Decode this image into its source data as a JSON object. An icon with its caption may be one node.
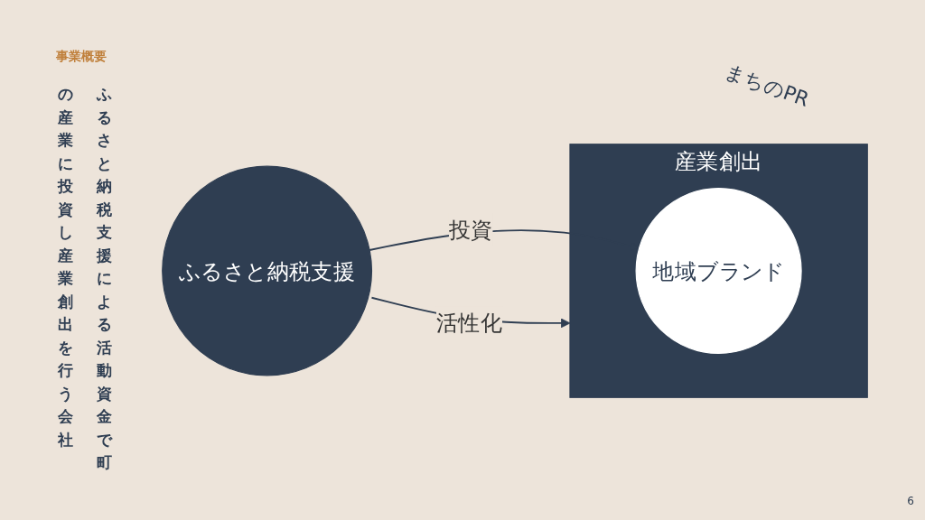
{
  "diagram": {
    "title": "事業概要",
    "nodes": [
      {
        "text": [
          "ふるさと納税支援"
        ]
      },
      {
        "text": [
          "産業創出"
        ]
      },
      {
        "text": [
          "地域ブランド"
        ],
        "in": 1
      }
    ],
    "edges": [
      {
        "from": 0,
        "to": 1,
        "arrow": "to",
        "label": "活性化"
      },
      {
        "from": 0,
        "to": 2,
        "arrow": "to",
        "label": "投資"
      }
    ],
    "labels": [
      "ふるさと納税支援による活動資金で町の産業に投資し産業創出を行う会社",
      "まちのPR",
      "6"
    ]
  }
}
